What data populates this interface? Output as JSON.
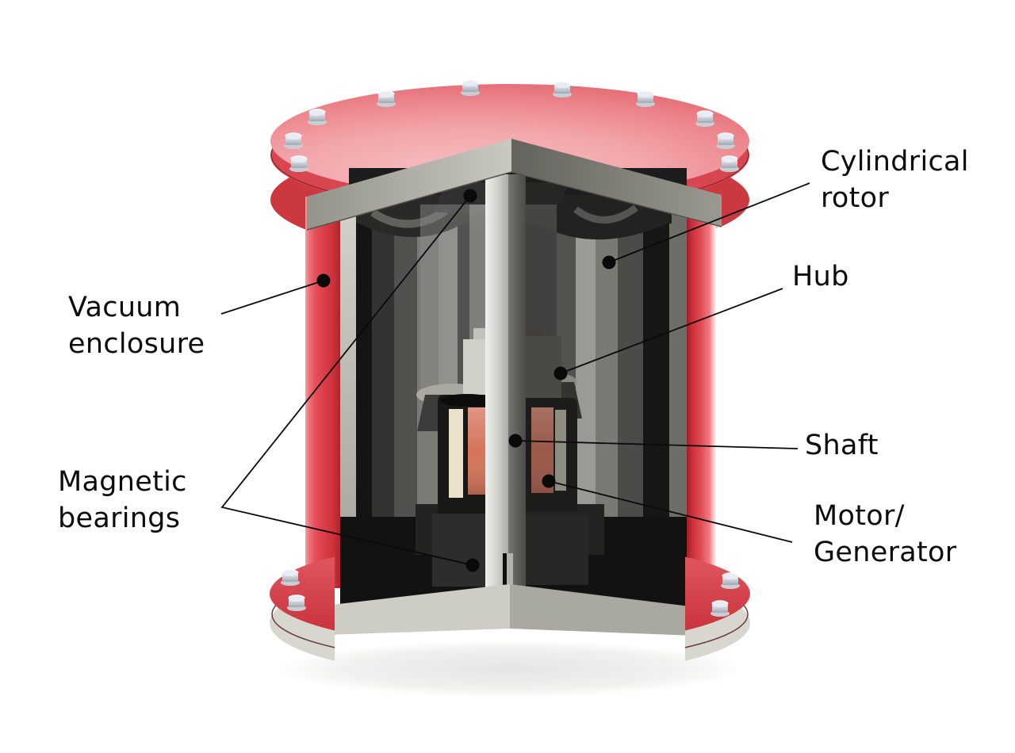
{
  "labels": {
    "vacuum_enclosure": {
      "lines": [
        "Vacuum",
        "enclosure"
      ]
    },
    "magnetic_bearings": {
      "lines": [
        "Magnetic",
        "bearings"
      ]
    },
    "cylindrical_rotor": {
      "lines": [
        "Cylindrical",
        "rotor"
      ]
    },
    "hub": {
      "lines": [
        "Hub"
      ]
    },
    "shaft": {
      "lines": [
        "Shaft"
      ]
    },
    "motor_generator": {
      "lines": [
        "Motor/",
        "Generator"
      ]
    }
  },
  "colors": {
    "callout": "#0a0a0a",
    "enclosure_red": "#e2434c",
    "lid_pink": "#f2a4a8",
    "metal_light_grey": "#c9c9c1",
    "metal_mid_grey": "#8f8f89",
    "interior_dark": "#1c1c1c",
    "shaft_silver": "#d6d6d2",
    "motor_copper": "#d4745a",
    "motor_copper_shaded": "#9a5848",
    "motor_cream": "#eae2ca"
  }
}
